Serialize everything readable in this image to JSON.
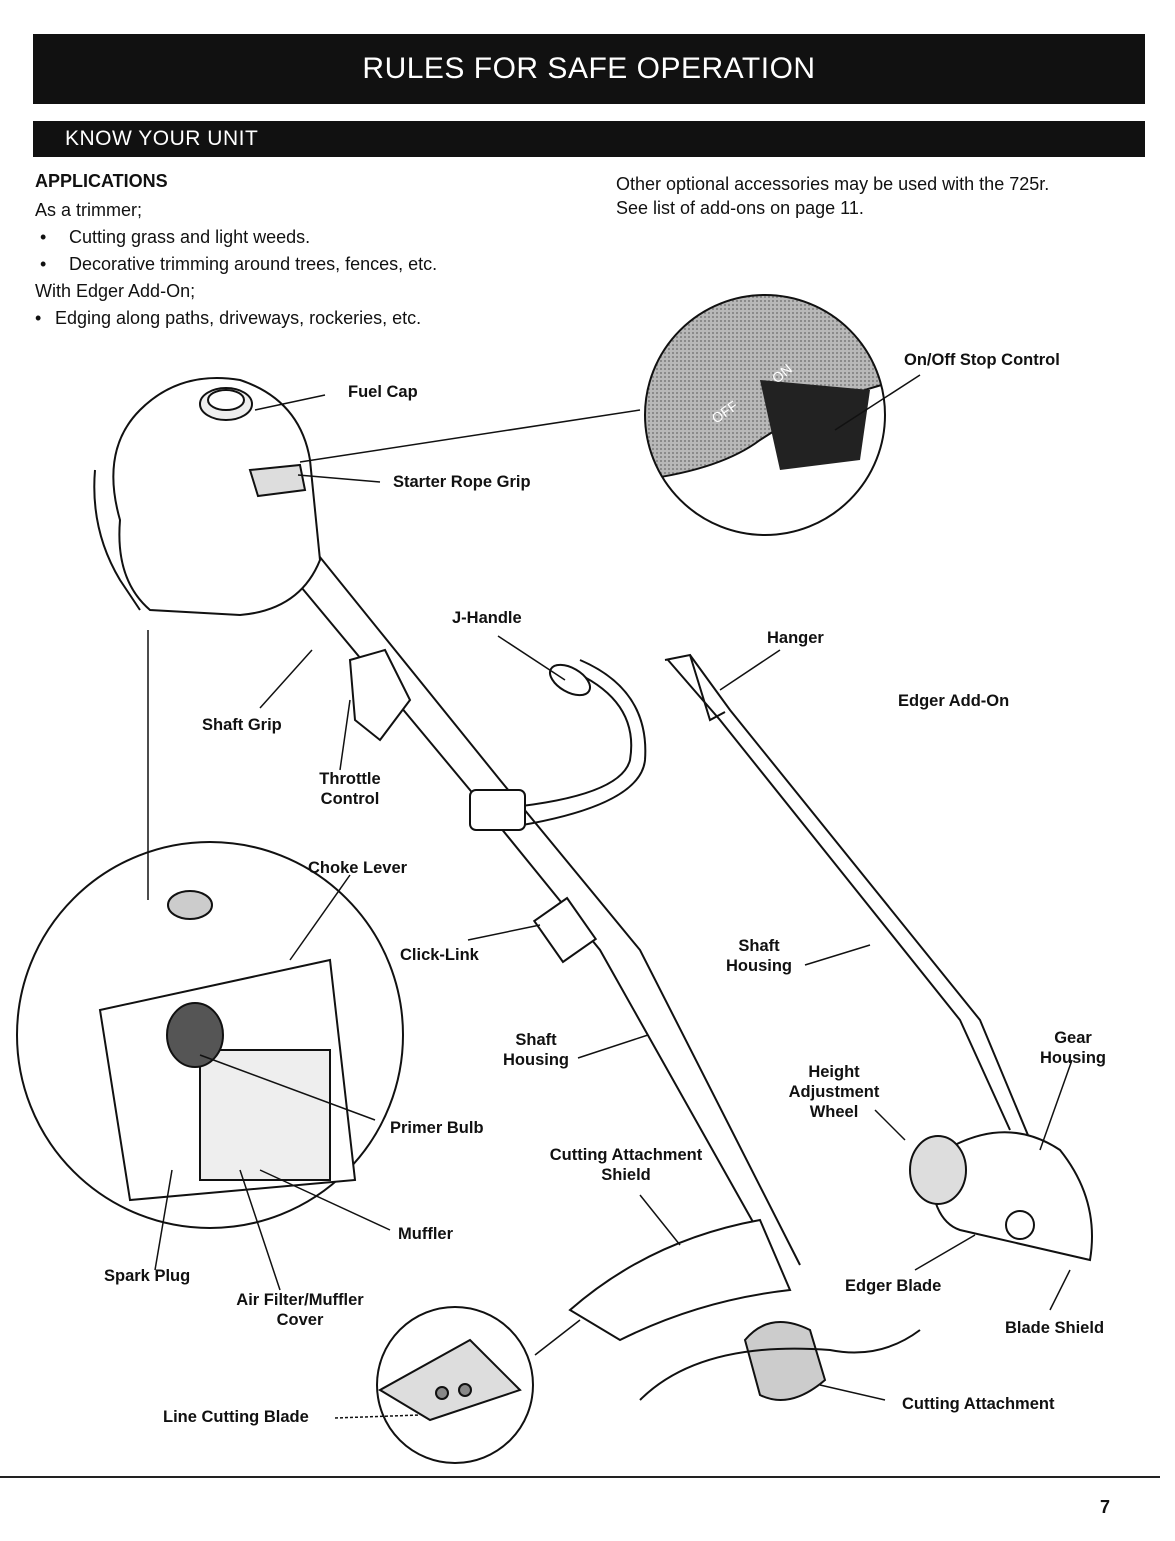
{
  "header": {
    "title": "RULES FOR SAFE OPERATION",
    "section": "KNOW YOUR UNIT"
  },
  "applications": {
    "heading": "APPLICATIONS",
    "trimmer_intro": "As a trimmer;",
    "trimmer_items": [
      "Cutting grass and light weeds.",
      "Decorative trimming around trees, fences, etc."
    ],
    "edger_intro": "With Edger Add-On;",
    "edger_items": [
      "Edging along paths, driveways, rockeries, etc."
    ]
  },
  "accessories_note": {
    "line1": "Other optional accessories may be used with the 725r.",
    "line2": "See list of add-ons on page 11."
  },
  "labels": {
    "fuel_cap": "Fuel Cap",
    "starter_rope_grip": "Starter Rope Grip",
    "on_off_stop_control": "On/Off Stop Control",
    "switch_off": "OFF",
    "switch_on": "ON",
    "j_handle": "J-Handle",
    "hanger": "Hanger",
    "edger_add_on": "Edger Add-On",
    "shaft_grip": "Shaft Grip",
    "throttle_control_1": "Throttle",
    "throttle_control_2": "Control",
    "choke_lever": "Choke Lever",
    "click_link": "Click-Link",
    "shaft_housing_right_1": "Shaft",
    "shaft_housing_right_2": "Housing",
    "shaft_housing_center_1": "Shaft",
    "shaft_housing_center_2": "Housing",
    "gear_housing_1": "Gear",
    "gear_housing_2": "Housing",
    "height_adjustment_wheel_1": "Height",
    "height_adjustment_wheel_2": "Adjustment",
    "height_adjustment_wheel_3": "Wheel",
    "primer_bulb": "Primer Bulb",
    "cutting_attachment_shield_1": "Cutting Attachment",
    "cutting_attachment_shield_2": "Shield",
    "muffler": "Muffler",
    "spark_plug": "Spark Plug",
    "air_filter_1": "Air Filter/Muffler",
    "air_filter_2": "Cover",
    "edger_blade": "Edger Blade",
    "blade_shield": "Blade Shield",
    "line_cutting_blade": "Line Cutting Blade",
    "cutting_attachment": "Cutting Attachment"
  },
  "footer": {
    "page_number": "7"
  },
  "colors": {
    "bar": "#111111",
    "bar_text": "#ffffff",
    "ink": "#111111",
    "shade": "#9a9a9a"
  }
}
